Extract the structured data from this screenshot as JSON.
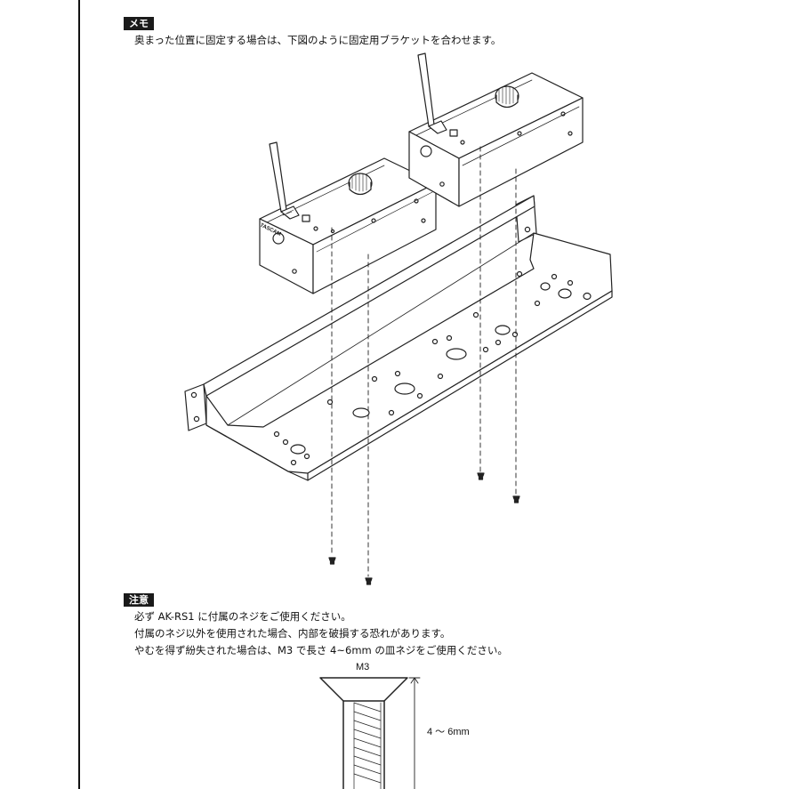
{
  "memo": {
    "tag": "メモ",
    "text": "奥まった位置に固定する場合は、下図のように固定用ブラケットを合わせます。"
  },
  "caution": {
    "tag": "注意",
    "lines": [
      "必ず AK-RS1 に付属のネジをご使用ください。",
      "付属のネジ以外を使用された場合、内部を破損する恐れがあります。",
      "やむを得ず紛失された場合は、M3 で長さ 4~6mm の皿ネジをご使用ください。"
    ]
  },
  "screw_diagram": {
    "size_label": "M3",
    "length_label": "4 ～ 6mm"
  },
  "device": {
    "brand_label": "TASCAM"
  }
}
